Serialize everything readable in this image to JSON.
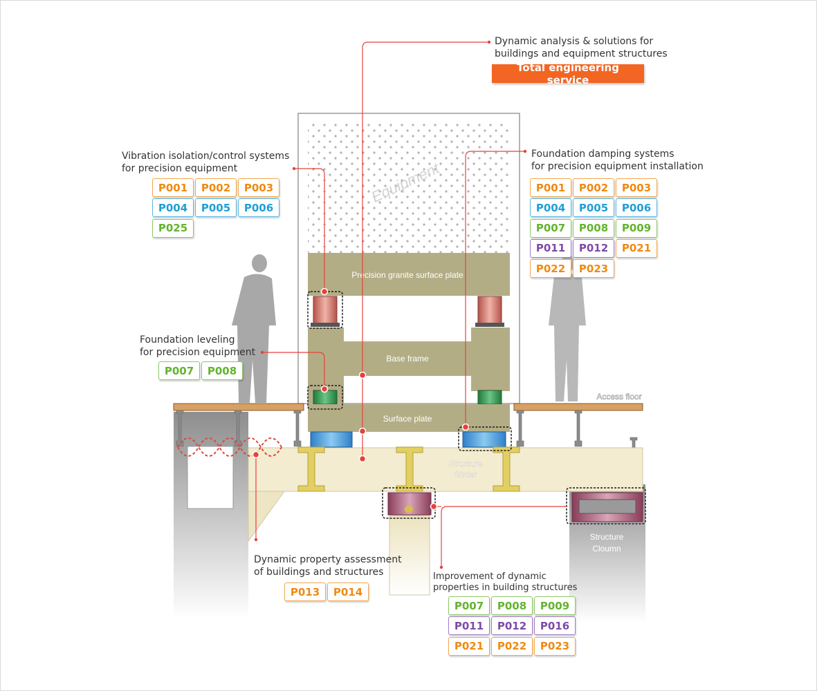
{
  "diagram": {
    "total_service": {
      "lines": [
        "Dynamic analysis & solutions for",
        "buildings and equipment structures"
      ],
      "button": "Total engineering service"
    },
    "part_labels": {
      "equipment": "Equipment",
      "granite": "Precision granite surface plate",
      "base_frame": "Base frame",
      "surface_plate": "Surface plate",
      "access_floor": "Access floor",
      "girder": [
        "Structure",
        "Girder"
      ],
      "column": [
        "Structure",
        "Cloumn"
      ]
    },
    "callouts": [
      {
        "id": "vibration-isolation",
        "lines": [
          "Vibration isolation/control systems",
          "for precision equipment"
        ],
        "rows": [
          [
            {
              "code": "P001",
              "color": "orange"
            },
            {
              "code": "P002",
              "color": "orange"
            },
            {
              "code": "P003",
              "color": "orange"
            }
          ],
          [
            {
              "code": "P004",
              "color": "blue"
            },
            {
              "code": "P005",
              "color": "blue"
            },
            {
              "code": "P006",
              "color": "blue"
            }
          ],
          [
            {
              "code": "P025",
              "color": "green"
            }
          ]
        ]
      },
      {
        "id": "foundation-damping",
        "lines": [
          "Foundation damping systems",
          "for precision equipment installation"
        ],
        "rows": [
          [
            {
              "code": "P001",
              "color": "orange"
            },
            {
              "code": "P002",
              "color": "orange"
            },
            {
              "code": "P003",
              "color": "orange"
            }
          ],
          [
            {
              "code": "P004",
              "color": "blue"
            },
            {
              "code": "P005",
              "color": "blue"
            },
            {
              "code": "P006",
              "color": "blue"
            }
          ],
          [
            {
              "code": "P007",
              "color": "green"
            },
            {
              "code": "P008",
              "color": "green"
            },
            {
              "code": "P009",
              "color": "green"
            }
          ],
          [
            {
              "code": "P011",
              "color": "purple"
            },
            {
              "code": "P012",
              "color": "purple"
            },
            {
              "code": "P021",
              "color": "orange"
            }
          ],
          [
            {
              "code": "P022",
              "color": "orange"
            },
            {
              "code": "P023",
              "color": "orange"
            }
          ]
        ]
      },
      {
        "id": "foundation-leveling",
        "lines": [
          "Foundation leveling",
          "for precision equipment"
        ],
        "rows": [
          [
            {
              "code": "P007",
              "color": "green"
            },
            {
              "code": "P008",
              "color": "green"
            }
          ]
        ]
      },
      {
        "id": "dynamic-property",
        "lines": [
          "Dynamic property assessment",
          "of buildings and structures"
        ],
        "rows": [
          [
            {
              "code": "P013",
              "color": "orange"
            },
            {
              "code": "P014",
              "color": "orange"
            }
          ]
        ]
      },
      {
        "id": "improvement",
        "lines": [
          "Improvement of dynamic",
          "properties in building structures"
        ],
        "rows": [
          [
            {
              "code": "P007",
              "color": "green"
            },
            {
              "code": "P008",
              "color": "green"
            },
            {
              "code": "P009",
              "color": "green"
            }
          ],
          [
            {
              "code": "P011",
              "color": "purple"
            },
            {
              "code": "P012",
              "color": "purple"
            },
            {
              "code": "P016",
              "color": "purple"
            }
          ],
          [
            {
              "code": "P021",
              "color": "orange"
            },
            {
              "code": "P022",
              "color": "orange"
            },
            {
              "code": "P023",
              "color": "orange"
            }
          ]
        ]
      }
    ],
    "colors": {
      "accent": "#f26522",
      "leader": "#e8413a",
      "structure": "#f3ecd0",
      "equipment_panel": "#b3ad86",
      "orange": "#ef8a12",
      "blue": "#1f9fd6",
      "green": "#63b42d",
      "purple": "#7e4aa8"
    }
  }
}
